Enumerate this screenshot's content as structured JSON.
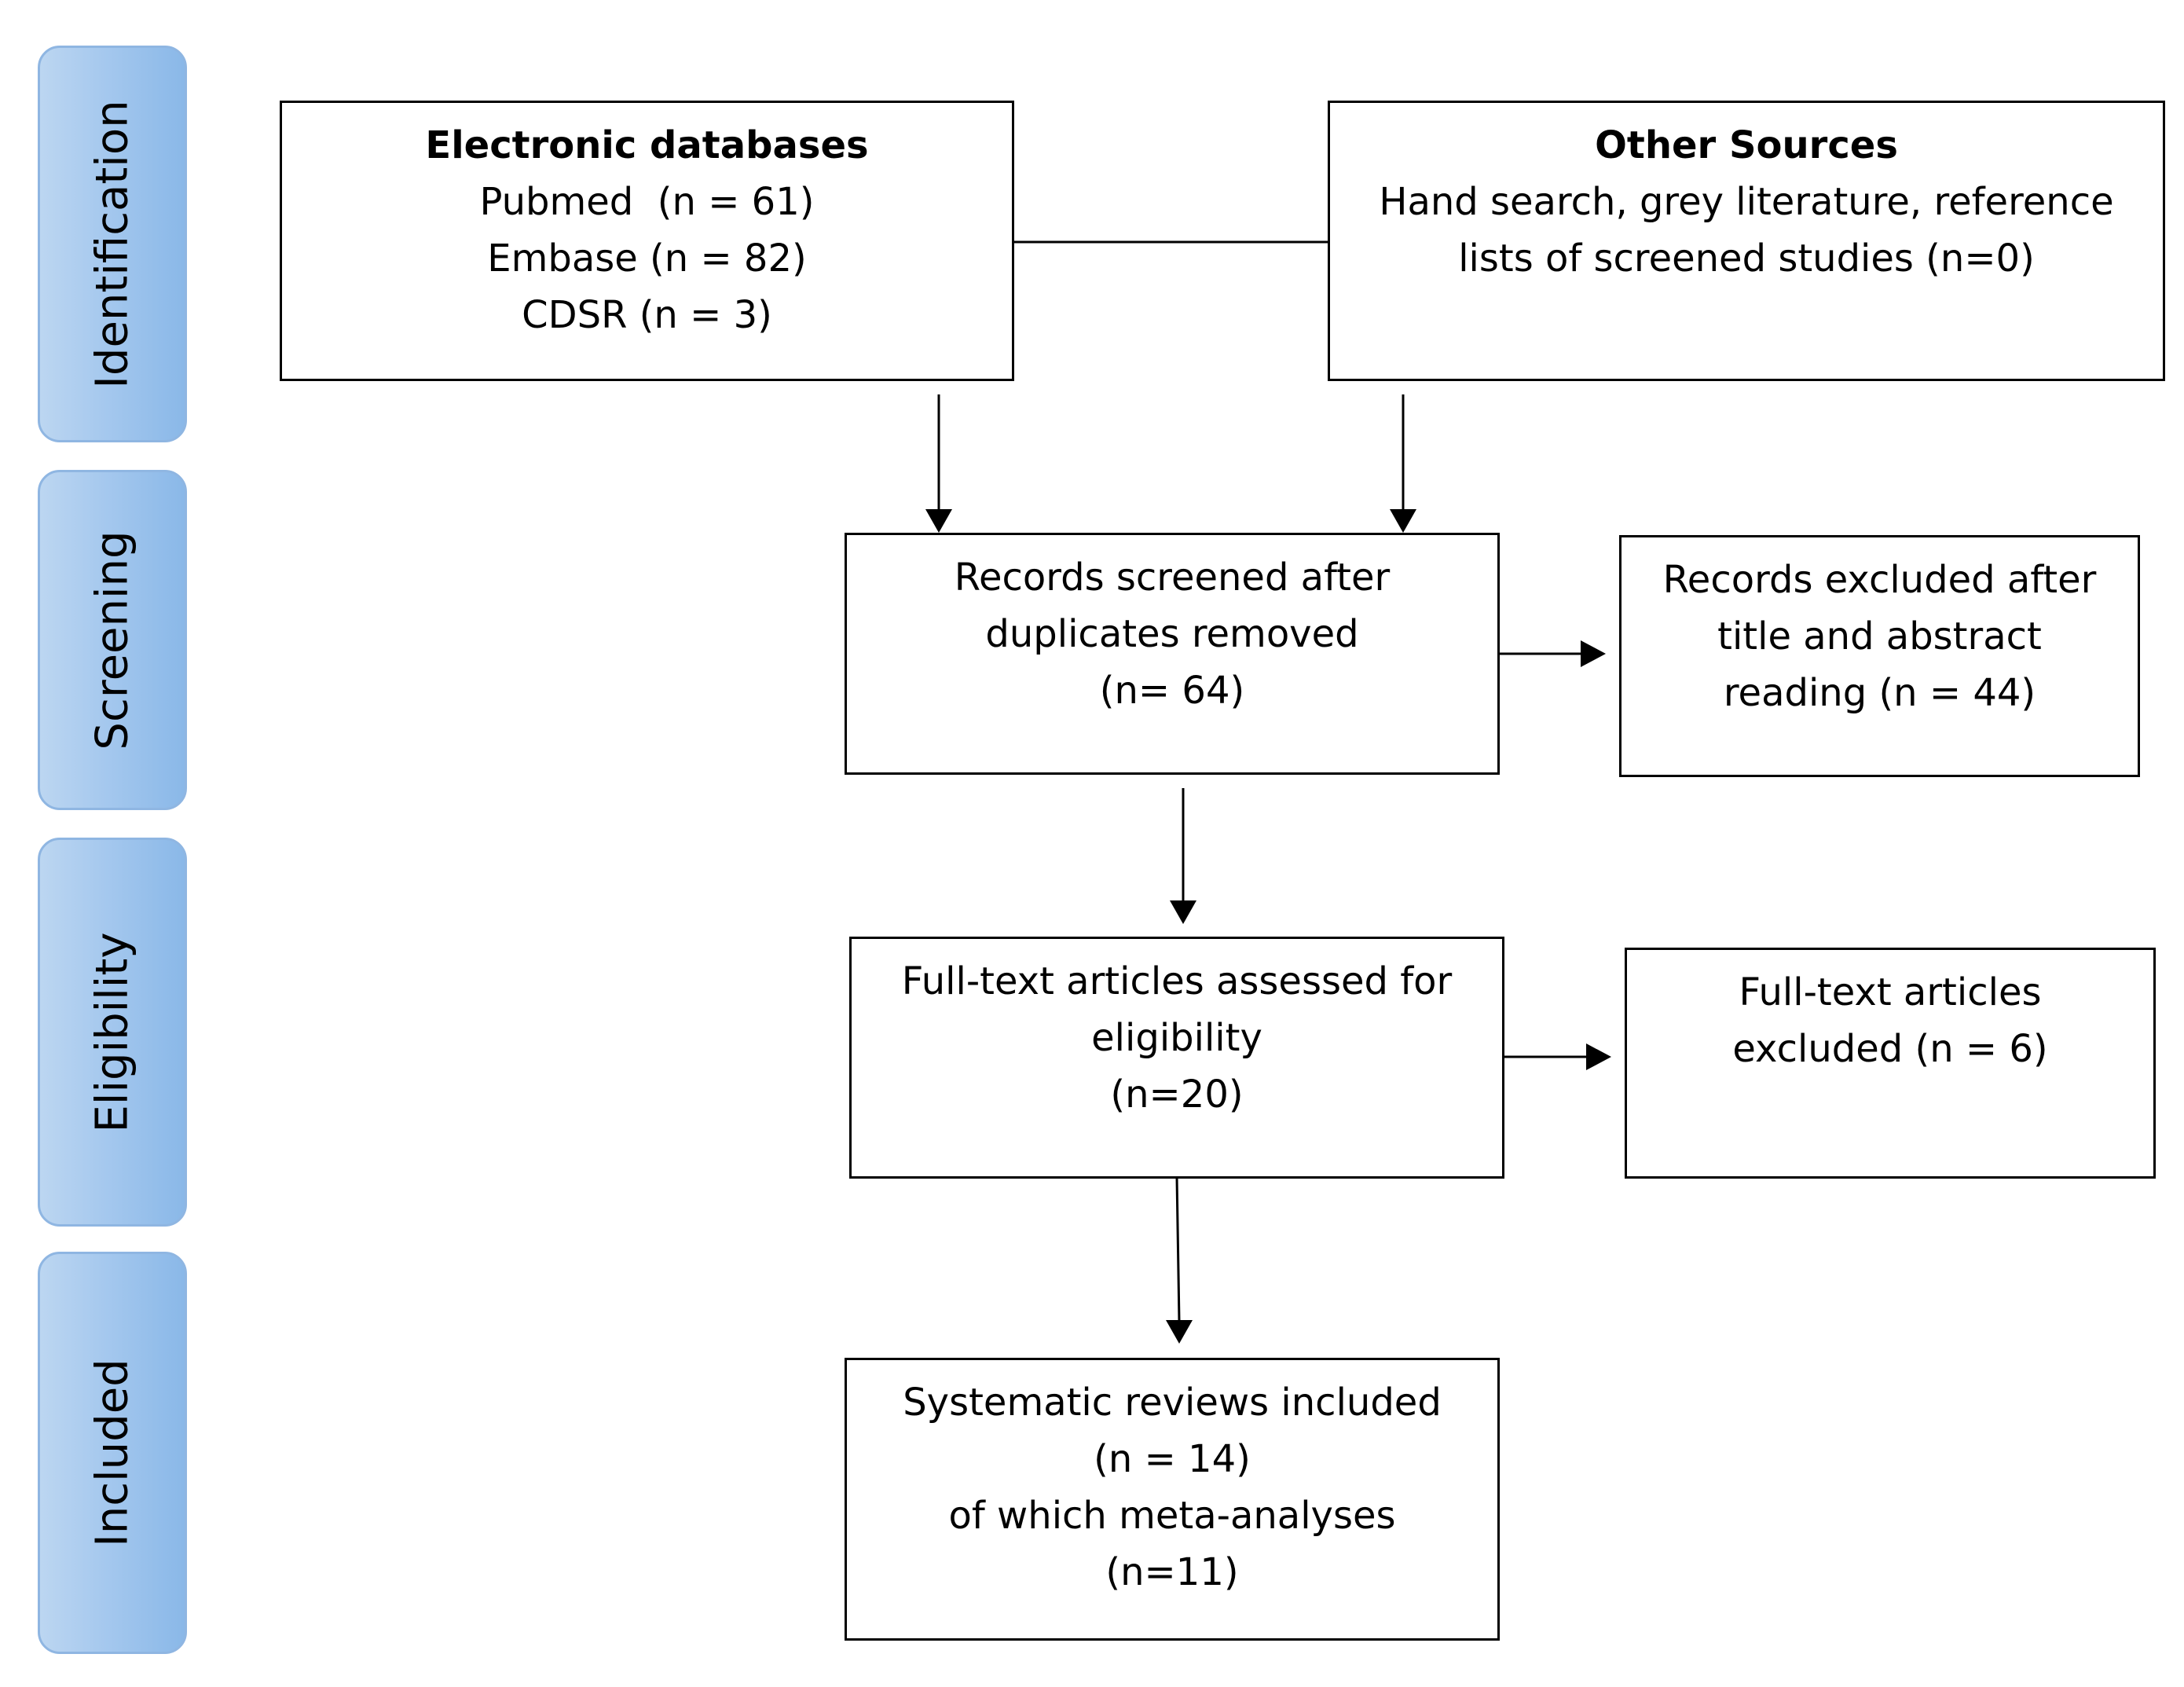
{
  "stages": {
    "identification": "Identification",
    "screening": "Screening",
    "eligibility": "Eligibility",
    "included": "Included"
  },
  "boxes": {
    "electronic_databases": {
      "title": "Electronic databases",
      "line1": "Pubmed  (n = 61)",
      "line2": "Embase (n = 82)",
      "line3": "CDSR (n = 3)"
    },
    "other_sources": {
      "title": "Other Sources",
      "line1": "Hand search, grey literature, reference",
      "line2": "lists of screened studies (n=0)"
    },
    "records_screened": {
      "line1": "Records screened after",
      "line2": "duplicates removed",
      "line3": "(n= 64)"
    },
    "records_excluded": {
      "line1": "Records excluded after",
      "line2": "title and abstract",
      "line3": "reading (n = 44)"
    },
    "fulltext_assessed": {
      "line1": "Full-text articles assessed for",
      "line2": "eligibility",
      "line3": "(n=20)"
    },
    "fulltext_excluded": {
      "line1": "Full-text articles",
      "line2": "excluded (n = 6)"
    },
    "included_reviews": {
      "line1": "Systematic reviews included",
      "line2": "(n = 14)",
      "line3": "of which meta-analyses",
      "line4": "(n=11)"
    }
  }
}
